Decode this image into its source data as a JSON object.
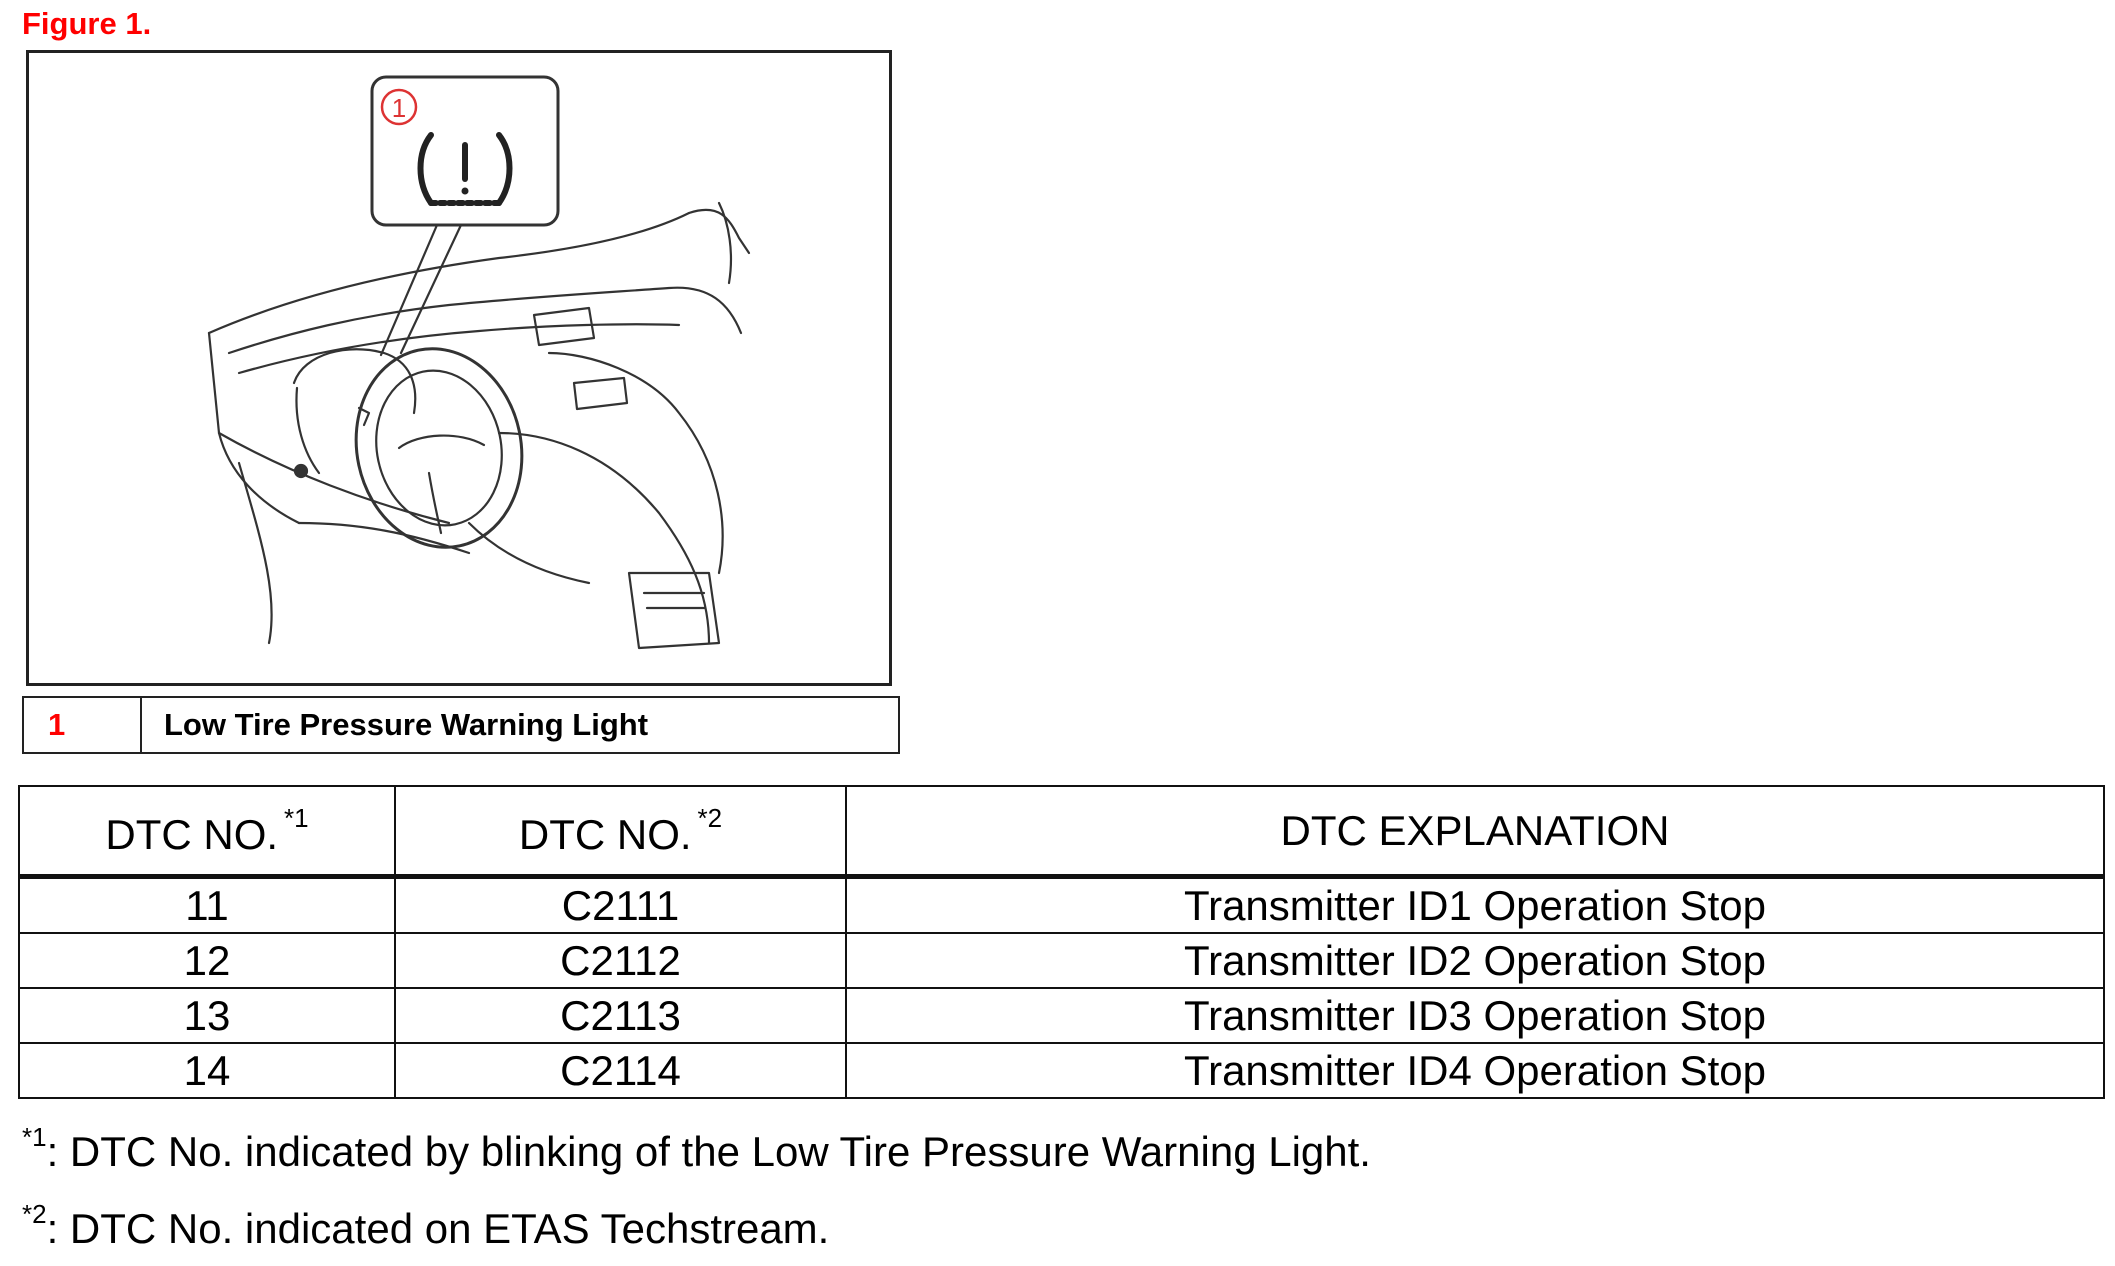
{
  "figure": {
    "caption": "Figure 1",
    "caption_suffix": ".",
    "callout_number": "1"
  },
  "legend": {
    "number": "1",
    "label": "Low Tire Pressure Warning Light"
  },
  "colors": {
    "accent_red": "#ff0000",
    "line": "#222222"
  },
  "icons": [
    "tire-pressure-warning-icon",
    "dashboard-illustration"
  ],
  "table": {
    "headers": [
      {
        "label": "DTC NO.",
        "note": "*1"
      },
      {
        "label": "DTC NO.",
        "note": "*2"
      },
      {
        "label": "DTC EXPLANATION",
        "note": ""
      }
    ],
    "rows": [
      {
        "blink": "11",
        "code": "C2111",
        "explanation": "Transmitter ID1 Operation Stop"
      },
      {
        "blink": "12",
        "code": "C2112",
        "explanation": "Transmitter ID2 Operation Stop"
      },
      {
        "blink": "13",
        "code": "C2113",
        "explanation": "Transmitter ID3 Operation Stop"
      },
      {
        "blink": "14",
        "code": "C2114",
        "explanation": "Transmitter ID4 Operation Stop"
      }
    ]
  },
  "footnotes": [
    {
      "mark": "*1",
      "text": ": DTC No. indicated by blinking of the Low Tire Pressure Warning Light."
    },
    {
      "mark": "*2",
      "text": ": DTC No. indicated on ETAS Techstream."
    }
  ]
}
